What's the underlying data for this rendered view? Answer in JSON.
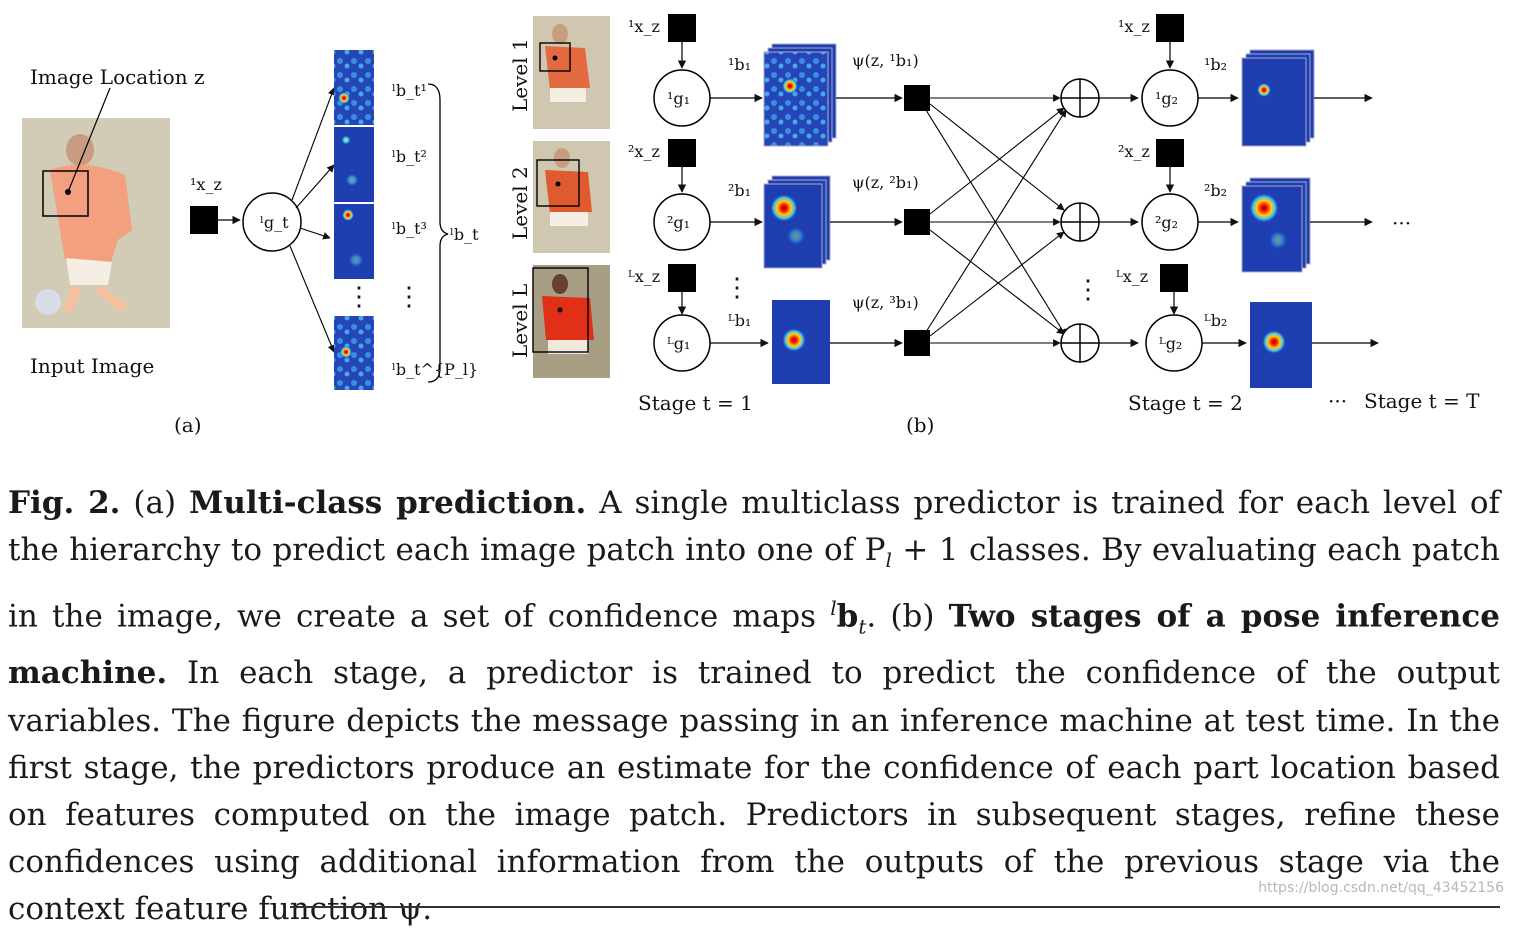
{
  "panel_a": {
    "image_location_label": "Image Location z",
    "input_image_label": "Input Image",
    "input_feature_label": "¹x_z",
    "predictor_label": "ˡg_t",
    "belief_labels": [
      "ˡb_t¹",
      "ˡb_t²",
      "ˡb_t³",
      "ˡb_t^{P_l}"
    ],
    "belief_group_label": "ˡb_t",
    "caption": "(a)"
  },
  "panel_b": {
    "level_labels": [
      "Level 1",
      "Level 2",
      "Level L"
    ],
    "stage1": {
      "feature_labels": [
        "¹x_z",
        "²x_z",
        "ᴸx_z"
      ],
      "predictor_labels": [
        "¹g₁",
        "²g₁",
        "ᴸg₁"
      ],
      "belief_labels": [
        "¹b₁",
        "²b₁",
        "ᴸb₁"
      ],
      "context_labels": [
        "ψ(z, ¹b₁)",
        "ψ(z, ²b₁)",
        "ψ(z, ³b₁)"
      ],
      "stage_label": "Stage t = 1"
    },
    "stage2": {
      "feature_labels": [
        "¹x_z",
        "²x_z",
        "ᴸx_z"
      ],
      "predictor_labels": [
        "¹g₂",
        "²g₂",
        "ᴸg₂"
      ],
      "belief_labels": [
        "¹b₂",
        "²b₂",
        "ᴸb₂"
      ],
      "stage_label": "Stage t = 2"
    },
    "final_stage_label": "Stage t = T",
    "ellipsis": "···",
    "caption": "(b)"
  },
  "caption": {
    "fig_label": "Fig. 2.",
    "a_tag": "(a)",
    "a_title": "Multi-class prediction.",
    "a_text": "A single multiclass predictor is trained for each level of the hierarchy to predict each image patch into one of P",
    "a_sub": "l",
    "a_text2": " + 1 classes. By evaluating each patch in the image, we create a set of confidence maps ",
    "a_sup": "l",
    "a_bold_b": "b",
    "a_sub_t": "t",
    "a_end": ".",
    "b_tag": "(b)",
    "b_title": "Two stages of a pose inference machine.",
    "b_text": "In each stage, a predictor is trained to predict the confidence of the output variables. The figure depicts the message passing in an inference machine at test time. In the first stage, the predictors produce an estimate for the confidence of each part location based on features computed on the image patch. Predictors in subsequent stages, refine these confidences using additional information from the outputs of the previous stage via the context feature function ψ."
  },
  "watermark": "https://blog.csdn.net/qq_43452156",
  "colors": {
    "heatmap_bg": "#1f3fb0",
    "hot": "#e02020",
    "player": "#e06a2c",
    "ground": "#a89e84"
  }
}
